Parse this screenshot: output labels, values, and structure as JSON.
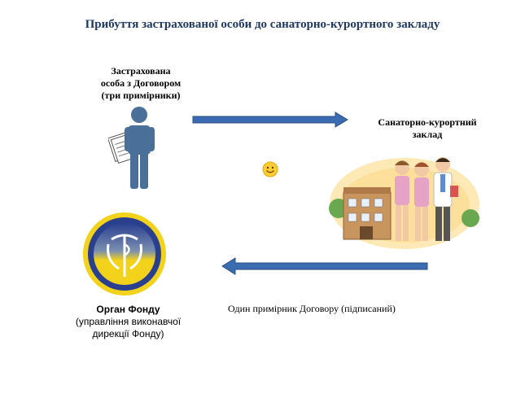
{
  "title": "Прибуття застрахованої особи до санаторно-курортного закладу",
  "insured_person": {
    "line1": "Застрахована",
    "line2": "особа з Договором",
    "line3": "(три примірники)"
  },
  "sanatorium": {
    "line1": "Санаторно-курортний",
    "line2": "заклад"
  },
  "fund_body": {
    "line1": "Орган Фонду",
    "line2": "(управління виконавчої",
    "line3": "дирекції Фонду)"
  },
  "contract_copy_label": "Один примірник Договору (підписаний)",
  "colors": {
    "title": "#1f3864",
    "arrow": "#3b6bb0",
    "arrow_border": "#2e4f82",
    "person": "#4a6f99",
    "logo_ring": "#2b3f8f",
    "logo_yellow": "#f2d21b"
  },
  "icons": {
    "person": "person-with-documents-icon",
    "sanatorium": "building-with-staff-icon",
    "smiley": "smiley-icon",
    "logo": "fund-logo"
  }
}
